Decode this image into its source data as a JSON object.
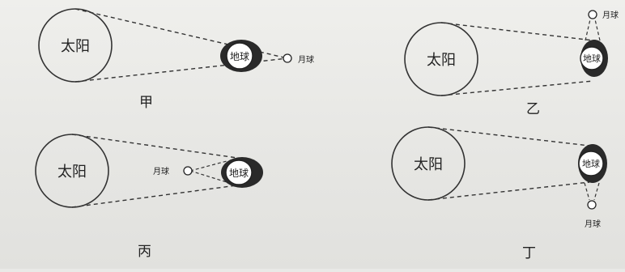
{
  "diagram": {
    "panels": [
      {
        "id": "jia",
        "caption": "甲",
        "sun": "太阳",
        "earth": "地球",
        "moon": "月球"
      },
      {
        "id": "yi",
        "caption": "乙",
        "sun": "太阳",
        "earth": "地球",
        "moon": "月球"
      },
      {
        "id": "bing",
        "caption": "丙",
        "sun": "太阳",
        "earth": "地球",
        "moon": "月球"
      },
      {
        "id": "ding",
        "caption": "丁",
        "sun": "太阳",
        "earth": "地球",
        "moon": "月球"
      }
    ]
  },
  "colors": {
    "line": "#333333",
    "shadow": "#2a2a2a",
    "paper": "#ececea"
  }
}
